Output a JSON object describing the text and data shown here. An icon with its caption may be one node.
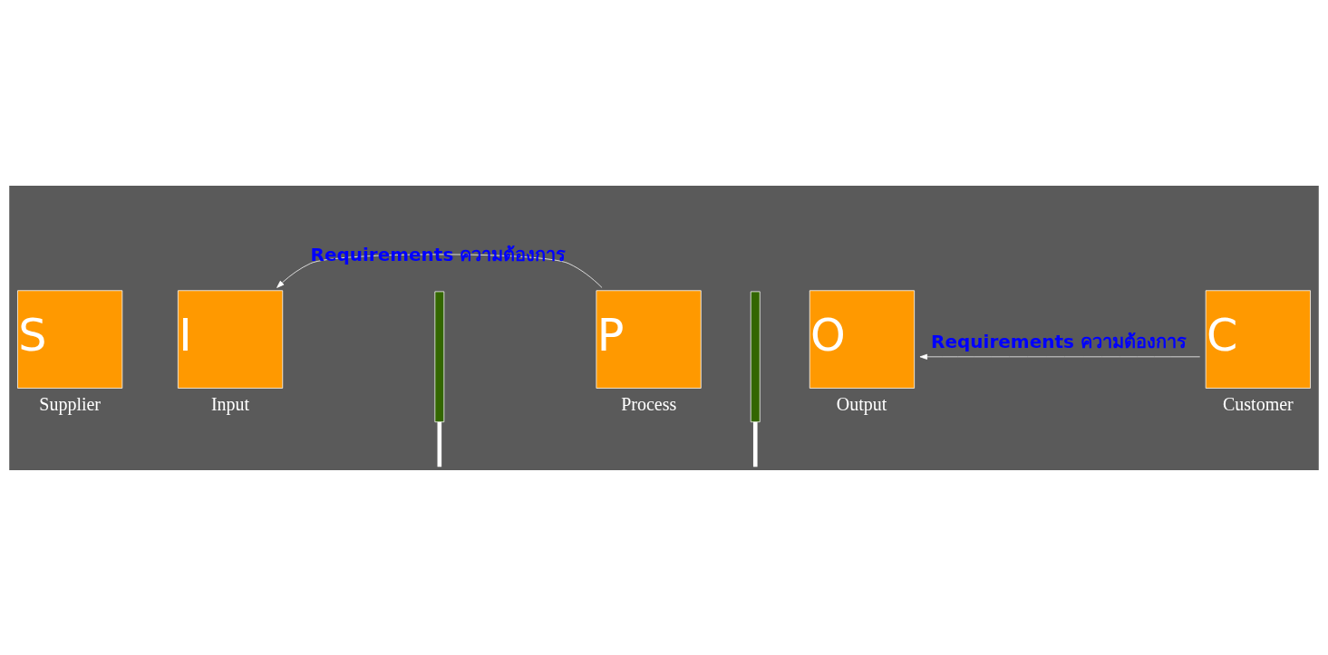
{
  "diagram": {
    "nodes": [
      {
        "text": [
          "S"
        ],
        "beside": [
          "Supplier"
        ]
      },
      {
        "text": [
          "I"
        ],
        "beside": [
          "Input"
        ]
      },
      {
        "text": [],
        "shape": "bar"
      },
      {
        "text": [
          "P"
        ],
        "beside": [
          "Process"
        ]
      },
      {
        "text": [],
        "shape": "bar"
      },
      {
        "text": [
          "O"
        ],
        "beside": [
          "Output"
        ]
      },
      {
        "text": [
          "C"
        ],
        "beside": [
          "Customer"
        ]
      }
    ],
    "edges": [
      {
        "from": 3,
        "to": 1,
        "arrow": "to",
        "label": "Requirements ความต้องการ"
      },
      {
        "from": 6,
        "to": 5,
        "arrow": "to",
        "label": "Requirements ความต้องการ"
      },
      {
        "from": 2,
        "to": null,
        "arrow": "none",
        "style": "thick"
      },
      {
        "from": 4,
        "to": null,
        "arrow": "none",
        "style": "thick"
      }
    ]
  }
}
